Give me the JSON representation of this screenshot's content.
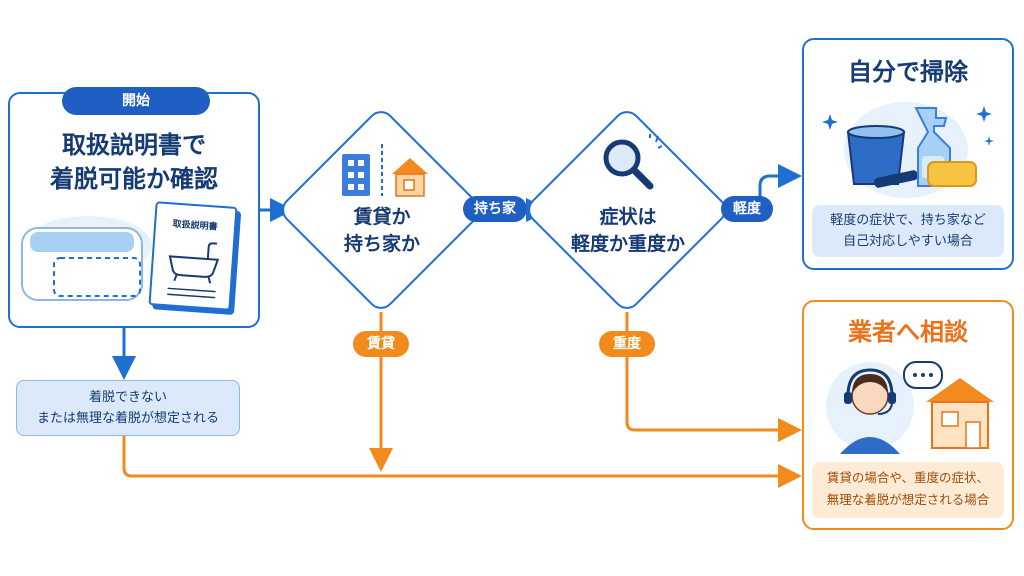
{
  "start": {
    "badge": "開始",
    "title_line1": "取扱説明書で",
    "title_line2": "着脱可能か確認",
    "manual_label": "取扱説明書"
  },
  "note": {
    "line1": "着脱できない",
    "line2": "または無理な着脱が想定される"
  },
  "decision1": {
    "line1": "賃貸か",
    "line2": "持ち家か"
  },
  "decision2": {
    "line1": "症状は",
    "line2": "軽度か重度か"
  },
  "labels": {
    "owned": "持ち家",
    "rental": "賃貸",
    "mild": "軽度",
    "severe": "重度"
  },
  "outcome_self": {
    "title": "自分で掃除",
    "desc_line1": "軽度の症状で、持ち家など",
    "desc_line2": "自己対応しやすい場合"
  },
  "outcome_vendor": {
    "title": "業者へ相談",
    "desc_line1": "賃貸の場合や、重度の症状、",
    "desc_line2": "無理な着脱が想定される場合"
  },
  "colors": {
    "blue": "#1f6fd1",
    "dark_blue": "#163a73",
    "orange": "#f28a1d",
    "light_blue": "#dbe9fb",
    "light_orange": "#fdebd6"
  }
}
